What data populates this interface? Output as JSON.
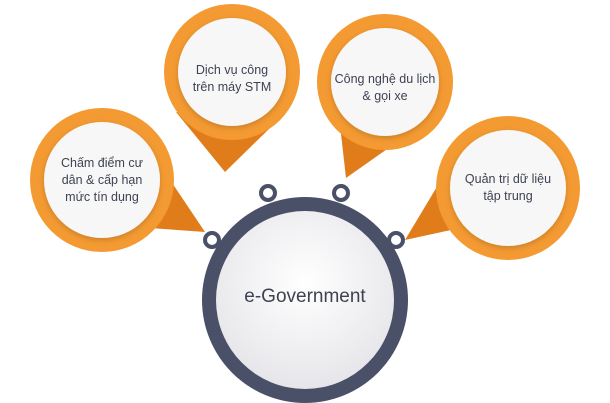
{
  "center": {
    "label": "e-Government"
  },
  "bubbles": [
    {
      "id": "stm",
      "label": "Dịch vụ công trên máy STM"
    },
    {
      "id": "tourism",
      "label": "Công nghệ du lịch & gọi xe"
    },
    {
      "id": "credit",
      "label": "Chấm điểm cư dân & cấp hạn mức tín dụng"
    },
    {
      "id": "data",
      "label": "Quản trị dữ liệu tập trung"
    }
  ],
  "colors": {
    "orange": "#f49a32",
    "orange_dark": "#e07d1a",
    "ring": "#4a5068",
    "inner": "#f2f2f4",
    "text": "#3e4252"
  }
}
